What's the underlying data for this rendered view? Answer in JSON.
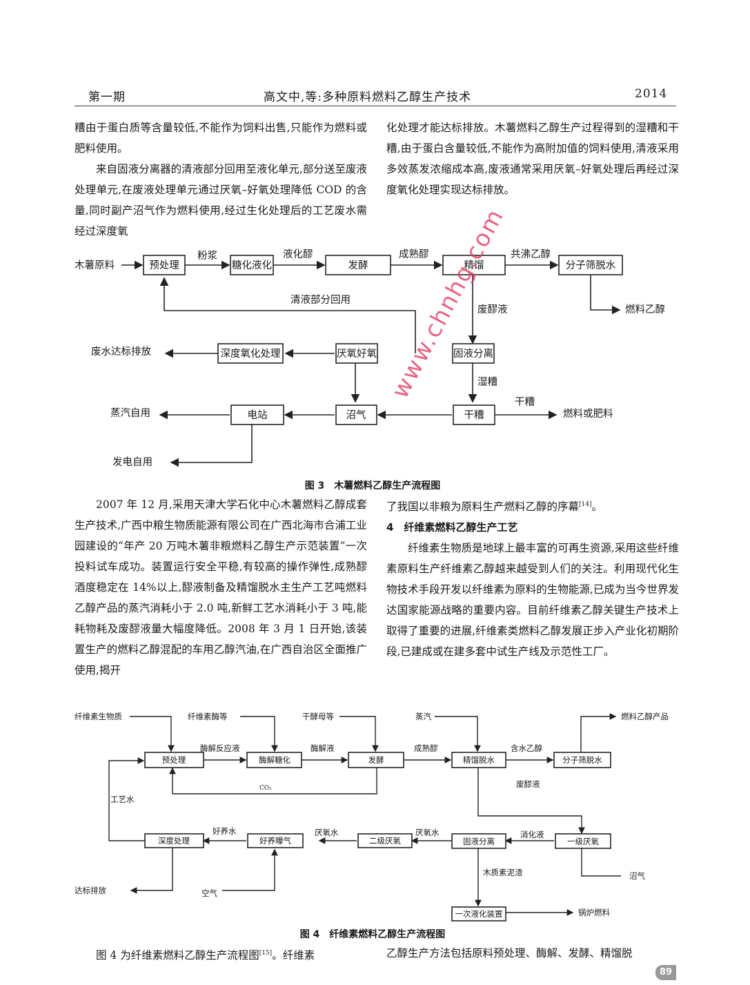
{
  "header": {
    "left": "第一期",
    "center": "高文中,等:多种原料燃料乙醇生产技术",
    "right": "2014"
  },
  "col1_top": [
    "糟由于蛋白质等含量较低,不能作为饲料出售,只能作为燃料或肥料使用。",
    "来自固液分离器的清液部分回用至液化单元,部分送至废液处理单元,在废液处理单元通过厌氧–好氧处理降低 COD 的含量,同时副产沼气作为燃料使用,经过生化处理后的工艺废水需经过深度氧"
  ],
  "col2_top": [
    "化处理才能达标排放。木薯燃料乙醇生产过程得到的湿糟和干糟,由于蛋白含量较低,不能作为高附加值的饲料使用,清液采用多效蒸发浓缩成本高,废液通常采用厌氧–好氧处理后再经过深度氧化处理实现达标排放。"
  ],
  "fig3": {
    "caption": "图 3　木薯燃料乙醇生产流程图",
    "labels": {
      "input": "木薯原料",
      "pre": "预处理",
      "sugar": "糖化液化",
      "ferment": "发酵",
      "distill": "精馏",
      "sieve": "分子筛脱水",
      "fen": "粉浆",
      "yhj": "液化醪",
      "csj": "成熟醪",
      "gfyc": "共沸乙醇",
      "fuel": "燃料乙醇",
      "qing": "清液部分回用",
      "fjy": "废醪液",
      "waste": "废水达标排放",
      "deep": "深度氧化处理",
      "anaer": "厌氧好氧",
      "sep": "固液分离",
      "wet": "湿糟",
      "steam": "蒸汽自用",
      "plant": "电站",
      "biogas": "沼气",
      "dry": "干糟",
      "drylbl": "干糟",
      "fert": "燃料或肥料",
      "power": "发电自用"
    }
  },
  "col1_mid": [
    "2007 年 12 月,采用天津大学石化中心木薯燃料乙醇成套生产技术,广西中粮生物质能源有限公司在广西北海市合浦工业园建设的“年产 20 万吨木薯非粮燃料乙醇生产示范装置”一次投料试车成功。装置运行安全平稳,有较高的操作弹性,成熟醪酒度稳定在 14%以上,醪液制备及精馏脱水主生产工艺吨燃料乙醇产品的蒸汽消耗小于 2.0 吨,新鲜工艺水消耗小于 3 吨,能耗物耗及废醪液量大幅度降低。2008 年 3 月 1 日开始,该装置生产的燃料乙醇混配的车用乙醇汽油,在广西自治区全面推广使用,揭开"
  ],
  "col2_mid": {
    "cont": "了我国以非粮为原料生产燃料乙醇的序幕",
    "cont_ref": "[14]",
    "cont_end": "。",
    "heading": "4　纤维素燃料乙醇生产工艺",
    "para": "纤维素生物质是地球上最丰富的可再生资源,采用这些纤维素原料生产纤维素乙醇越来越受到人们的关注。利用现代化生物技术手段开发以纤维素为原料的生物能源,已成为当今世界发达国家能源战略的重要内容。目前纤维素乙醇关键生产技术上取得了重要的进展,纤维素类燃料乙醇发展正步入产业化初期阶段,已建成或在建多套中试生产线及示范性工厂。"
  },
  "fig4": {
    "caption": "图 4　纤维素燃料乙醇生产流程图",
    "labels": {
      "biomass": "纤维素生物质",
      "enzyme": "纤维素酶等",
      "yeast": "干酵母等",
      "steam": "蒸汽",
      "product": "燃料乙醇产品",
      "pre": "预处理",
      "hydro": "酶解糖化",
      "ferment": "发酵",
      "distill": "精馏脱水",
      "sieve": "分子筛脱水",
      "mjfy": "酶解反应液",
      "mjy": "酶解液",
      "csj": "成熟醪",
      "hsyc": "含水乙醇",
      "co2": "CO₂",
      "gys": "工艺水",
      "fjy": "废醪液",
      "deep": "深度处理",
      "aero": "好养曝气",
      "an2": "二级厌氧",
      "sep": "固液分离",
      "an1": "一级厌氧",
      "hys": "好养水",
      "ays1": "厌氧水",
      "ays2": "厌氧水",
      "xhy": "消化液",
      "discharge": "达标排放",
      "air": "空气",
      "mzs": "木质素泥渣",
      "biogas": "沼气",
      "liq": "一次液化装置",
      "boiler": "锅炉燃料"
    }
  },
  "col1_bot": {
    "text": "图 4 为纤维素燃料乙醇生产流程图",
    "ref": "[15]",
    "end": "。纤维素"
  },
  "col2_bot": "乙醇生产方法包括原料预处理、酶解、发酵、精馏脱",
  "page_number": "89",
  "watermark": "www.chnhg.com"
}
